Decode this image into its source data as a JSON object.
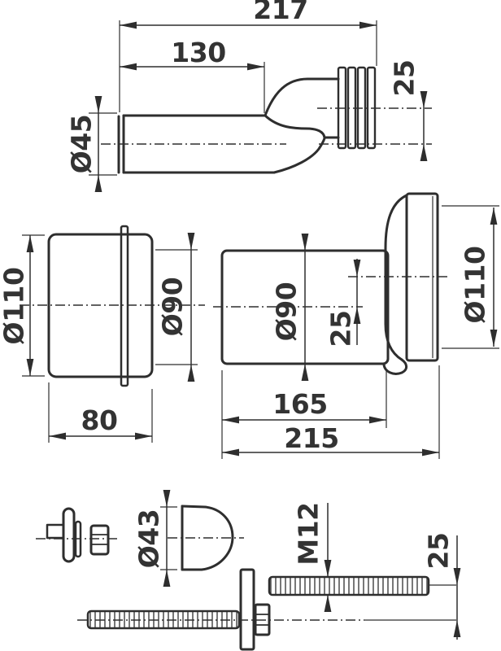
{
  "drawing": {
    "type": "technical-dimension-drawing",
    "subject": "WC connection set: offset flexible pan connector, reducing sleeve, offset flange connector and fixing kit",
    "colors": {
      "line": "#2e2e2e",
      "text": "#333333",
      "background": "#ffffff"
    },
    "views": {
      "flexible_offset_pipe": {
        "total_length": "217",
        "straight_length": "130",
        "inlet_diameter": "Ø45",
        "outlet_axis_offset": "25"
      },
      "reducing_sleeve": {
        "outer_diameter": "Ø110",
        "bore_diameter": "Ø90",
        "length": "80"
      },
      "offset_flange_connector": {
        "pipe_diameter": "Ø90",
        "axis_offset": "25",
        "flange_diameter": "Ø110",
        "body_length": "165",
        "total_length": "215"
      },
      "fixing_kit": {
        "cap_diameter": "Ø43",
        "thread_size": "M12",
        "stud_axis_offset": "25"
      }
    }
  }
}
